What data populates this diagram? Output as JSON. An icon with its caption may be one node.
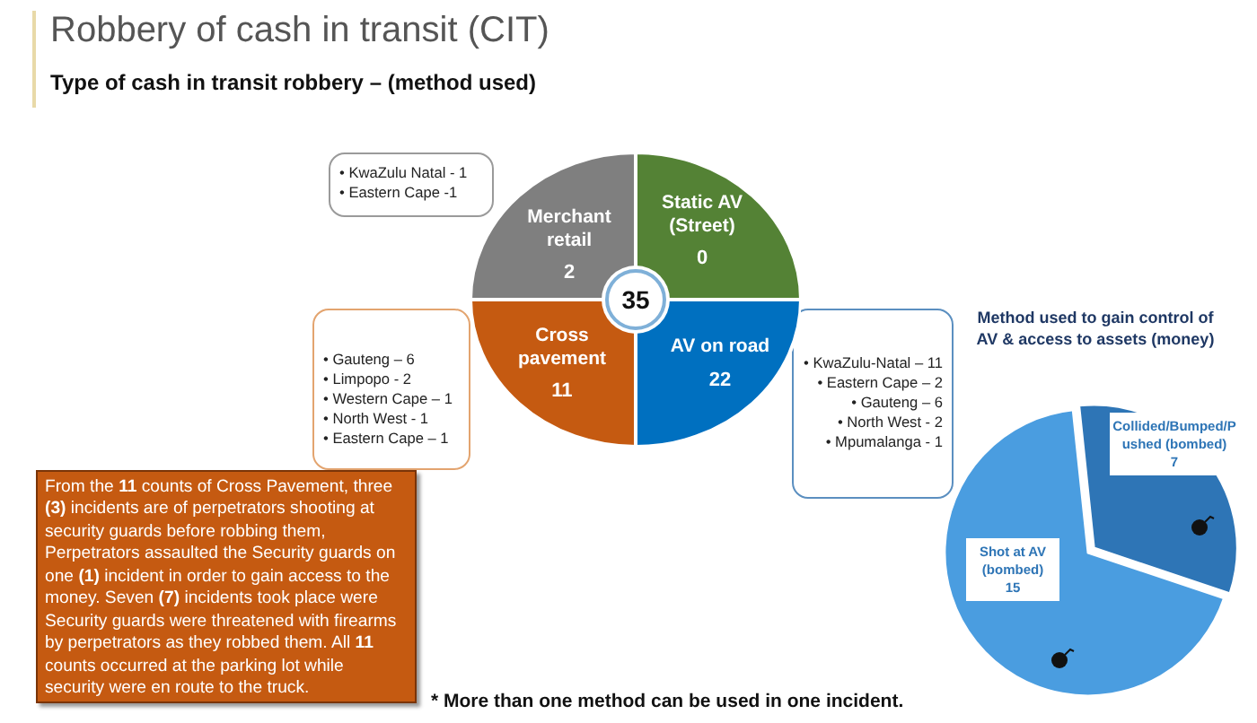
{
  "diagram": {
    "title": "Robbery of cash in transit (CIT)",
    "nodes": [
      {
        "text": [
          "Merchant retail",
          "2"
        ]
      },
      {
        "text": [
          "Static AV (Street)",
          "0"
        ]
      },
      {
        "text": [
          "Cross pavement",
          "11"
        ]
      },
      {
        "text": [
          "AV on road",
          "22"
        ]
      },
      {
        "text": [
          "35"
        ]
      },
      {
        "text": [
          "• KwaZulu Natal - 1",
          "• Eastern Cape -1"
        ]
      },
      {
        "text": [
          "• Gauteng – 6",
          "• Limpopo - 2",
          "• Western Cape – 1",
          "• North West - 1",
          "• Eastern Cape – 1"
        ]
      },
      {
        "text": [
          "• KwaZulu-Natal – 11",
          "• Eastern Cape – 2",
          "• Gauteng – 6",
          "• North West - 2",
          "• Mpumalanga - 1"
        ]
      },
      {
        "text": [
          "From the **11** counts of Cross Pavement, three **(3)** incidents are of perpetrators shooting at security guards before robbing them, Perpetrators assaulted the Security guards on one **(1)** incident in order to gain access to the money. Seven **(7)** incidents took place were Security guards were threatened with firearms by perpetrators as they robbed them. All **11** counts occurred at the parking lot while security were en route to the truck."
        ]
      }
    ],
    "edges": [],
    "labels": [
      "Type of cash in transit robbery – (method used)",
      "* More than one method can be used in one incident."
    ],
    "chart_data": {
      "type": "pie",
      "title": "Method used to gain control of AV & access to assets (money)",
      "categories": [
        "Collided/Bumped/Pushed (bombed)",
        "Shot at AV (bombed)"
      ],
      "values": [
        7,
        15
      ],
      "data_labels": true
    }
  }
}
